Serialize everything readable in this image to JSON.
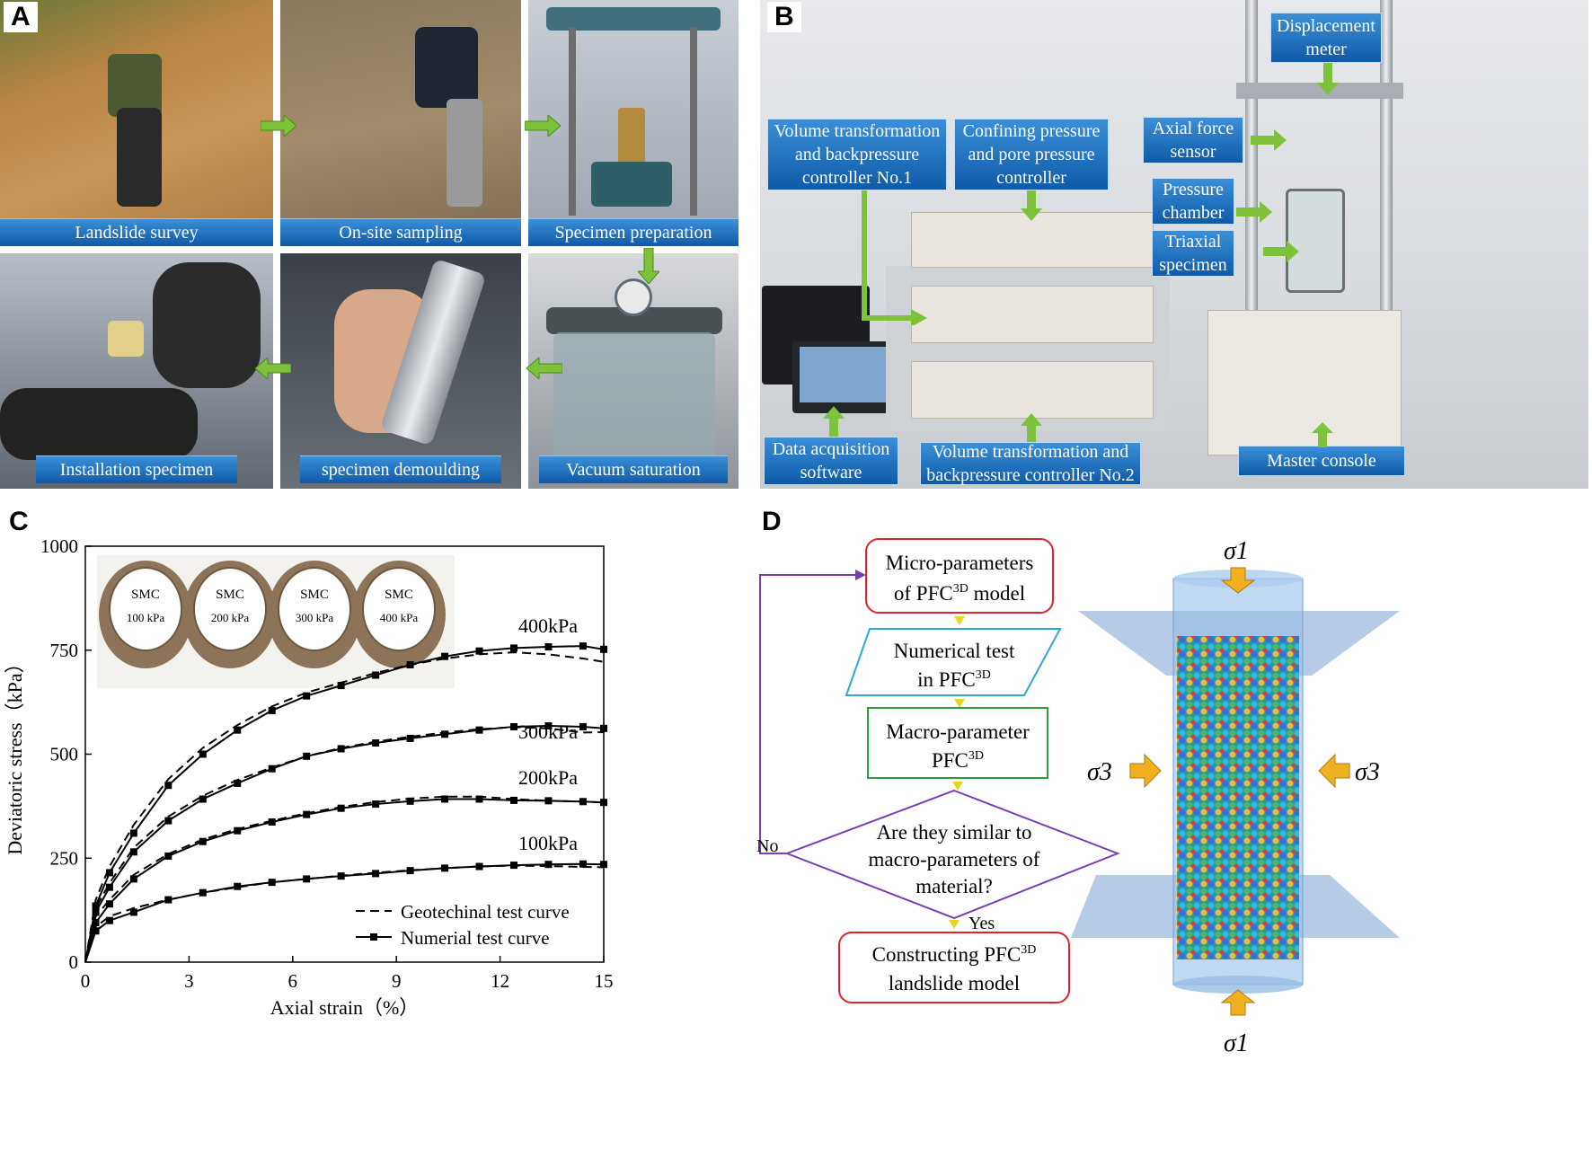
{
  "panels": {
    "A": {
      "letter": "A",
      "photos": [
        {
          "caption": "Landslide survey"
        },
        {
          "caption": "On-site sampling"
        },
        {
          "caption": "Specimen preparation"
        },
        {
          "caption": "Installation specimen"
        },
        {
          "caption": "specimen demoulding"
        },
        {
          "caption": "Vacuum saturation"
        }
      ]
    },
    "B": {
      "letter": "B",
      "labels": {
        "vt1": "Volume transformation\nand backpressure\ncontroller No.1",
        "cp": "Confining pressure\nand pore pressure\ncontroller",
        "disp": "Displacement\nmeter",
        "axial": "Axial force\nsensor",
        "pressure": "Pressure\nchamber",
        "triaxial": "Triaxial\nspecimen",
        "daq": "Data acquisition\nsoftware",
        "vt2": "Volume transformation and\nbackpressure controller No.2",
        "master": "Master console"
      }
    },
    "C": {
      "letter": "C",
      "specimens": [
        "SMC",
        "SMC",
        "SMC",
        "SMC"
      ],
      "specimen_pressures": [
        "100 kPa",
        "200 kPa",
        "300 kPa",
        "400 kPa"
      ],
      "legend": {
        "dashed": "Geotechinal test curve",
        "solid": "Numerial test curve"
      }
    },
    "D": {
      "letter": "D",
      "flow": {
        "box1_line1": "Micro-parameters",
        "box1_line2": "of PFC",
        "box2_line1": "Numerical test",
        "box2_line2": "in   PFC",
        "box3_line1": "Macro-parameter",
        "box3_line2": "PFC",
        "dec_line1": "Are they similar to",
        "dec_line2": "macro-parameters of",
        "dec_line3": "material?",
        "box4_line1": "Constructing  PFC",
        "box4_line2": "landslide model",
        "sup": "3D",
        "suffix_model": " model",
        "no": "No",
        "yes": "Yes"
      },
      "sigma1_top": "σ1",
      "sigma1_bottom": "σ1",
      "sigma3_left": "σ3",
      "sigma3_right": "σ3"
    }
  },
  "chart_data": {
    "type": "line",
    "xlabel": "Axial strain（%）",
    "ylabel": "Deviatoric stress（kPa）",
    "xlim": [
      0,
      15
    ],
    "ylim": [
      0,
      1000
    ],
    "xticks": [
      0,
      3,
      6,
      9,
      12,
      15
    ],
    "yticks": [
      0,
      250,
      500,
      750,
      1000
    ],
    "annotations": [
      "400kPa",
      "300kPa",
      "200kPa",
      "100kPa"
    ],
    "series": [
      {
        "name": "Geotechinal test curve",
        "style": "dashed",
        "group": "100kPa",
        "x": [
          0,
          0.3,
          0.7,
          1.4,
          2.4,
          3.4,
          4.4,
          5.4,
          6.4,
          7.4,
          8.4,
          9.4,
          10.4,
          11.4,
          12.4,
          13.4,
          14.4,
          15
        ],
        "y": [
          0,
          85,
          110,
          130,
          150,
          167,
          180,
          192,
          200,
          208,
          215,
          221,
          226,
          230,
          232,
          231,
          229,
          228
        ]
      },
      {
        "name": "Numerial test curve",
        "style": "solid",
        "group": "100kPa",
        "x": [
          0,
          0.3,
          0.7,
          1.4,
          2.4,
          3.4,
          4.4,
          5.4,
          6.4,
          7.4,
          8.4,
          9.4,
          10.4,
          11.4,
          12.4,
          13.4,
          14.4,
          15
        ],
        "y": [
          0,
          75,
          100,
          120,
          150,
          167,
          182,
          192,
          200,
          207,
          213,
          220,
          226,
          230,
          233,
          235,
          236,
          235
        ]
      },
      {
        "name": "Geotechinal test curve",
        "style": "dashed",
        "group": "200kPa",
        "x": [
          0,
          0.3,
          0.7,
          1.4,
          2.4,
          3.4,
          4.4,
          5.4,
          6.4,
          7.4,
          8.4,
          9.4,
          10.4,
          11.4,
          12.4,
          13.4,
          14.4,
          15
        ],
        "y": [
          0,
          110,
          150,
          210,
          260,
          295,
          320,
          340,
          358,
          373,
          385,
          393,
          398,
          398,
          392,
          388,
          386,
          384
        ]
      },
      {
        "name": "Numerial test curve",
        "style": "solid",
        "group": "200kPa",
        "x": [
          0,
          0.3,
          0.7,
          1.4,
          2.4,
          3.4,
          4.4,
          5.4,
          6.4,
          7.4,
          8.4,
          9.4,
          10.4,
          11.4,
          12.4,
          13.4,
          14.4,
          15
        ],
        "y": [
          0,
          95,
          140,
          200,
          255,
          290,
          316,
          337,
          355,
          370,
          380,
          387,
          392,
          392,
          389,
          388,
          386,
          384
        ]
      },
      {
        "name": "Geotechinal test curve",
        "style": "dashed",
        "group": "300kPa",
        "x": [
          0,
          0.3,
          0.7,
          1.4,
          2.4,
          3.4,
          4.4,
          5.4,
          6.4,
          7.4,
          8.4,
          9.4,
          10.4,
          11.4,
          12.4,
          13.4,
          14.4,
          15
        ],
        "y": [
          0,
          130,
          190,
          275,
          350,
          400,
          438,
          468,
          495,
          515,
          530,
          542,
          552,
          560,
          565,
          562,
          552,
          553
        ]
      },
      {
        "name": "Numerial test curve",
        "style": "solid",
        "group": "300kPa",
        "x": [
          0,
          0.3,
          0.7,
          1.4,
          2.4,
          3.4,
          4.4,
          5.4,
          6.4,
          7.4,
          8.4,
          9.4,
          10.4,
          11.4,
          12.4,
          13.4,
          14.4,
          15
        ],
        "y": [
          0,
          120,
          180,
          265,
          340,
          392,
          430,
          465,
          495,
          513,
          527,
          538,
          548,
          558,
          566,
          568,
          566,
          562
        ]
      },
      {
        "name": "Geotechinal test curve",
        "style": "dashed",
        "group": "400kPa",
        "x": [
          0,
          0.3,
          0.7,
          1.4,
          2.4,
          3.4,
          4.4,
          5.4,
          6.4,
          7.4,
          8.4,
          9.4,
          10.4,
          11.4,
          12.4,
          13.4,
          14.4,
          15
        ],
        "y": [
          0,
          150,
          230,
          330,
          440,
          515,
          570,
          615,
          648,
          672,
          695,
          715,
          730,
          740,
          745,
          740,
          730,
          722
        ]
      },
      {
        "name": "Numerial test curve",
        "style": "solid",
        "group": "400kPa",
        "x": [
          0,
          0.3,
          0.7,
          1.4,
          2.4,
          3.4,
          4.4,
          5.4,
          6.4,
          7.4,
          8.4,
          9.4,
          10.4,
          11.4,
          12.4,
          13.4,
          14.4,
          15
        ],
        "y": [
          0,
          135,
          215,
          310,
          425,
          500,
          558,
          605,
          640,
          665,
          690,
          715,
          735,
          748,
          755,
          758,
          760,
          752
        ]
      }
    ]
  }
}
